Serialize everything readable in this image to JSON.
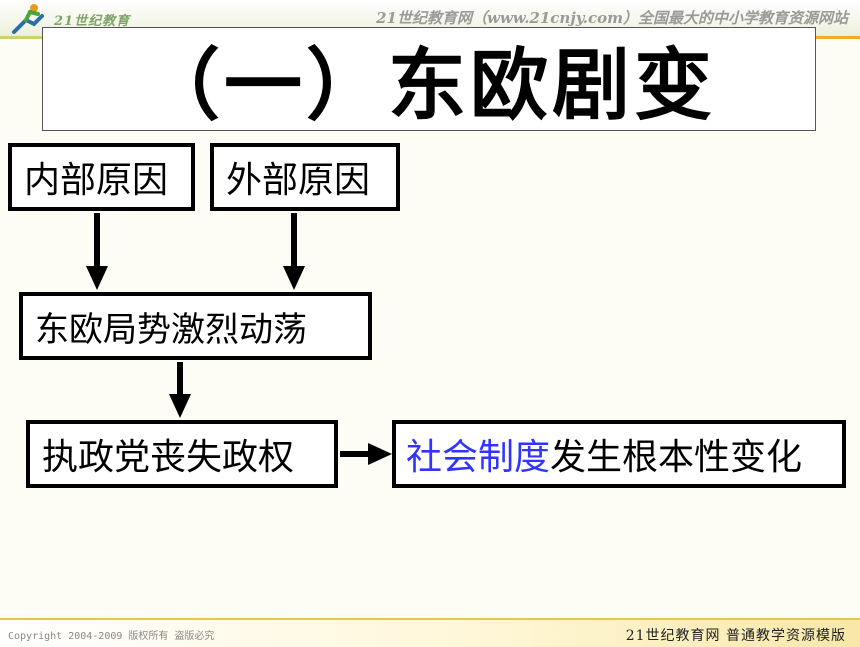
{
  "header": {
    "logo_text": "21世纪教育",
    "site_text": "21世纪教育网（www.21cnjy.com）全国最大的中小学教育资源网站"
  },
  "title": "（一）东欧剧变",
  "flow": {
    "internal": "内部原因",
    "external": "外部原因",
    "turmoil": "东欧局势激烈动荡",
    "lose_power": "执政党丧失政权",
    "result_highlight": "社会制度",
    "result_rest": "发生根本性变化"
  },
  "colors": {
    "highlight": "#3333ff",
    "box_border": "#000000"
  },
  "footer": {
    "copyright": "Copyright 2004-2009 版权所有 盗版必究",
    "brand": "21世纪教育网   普通教学资源模版"
  }
}
